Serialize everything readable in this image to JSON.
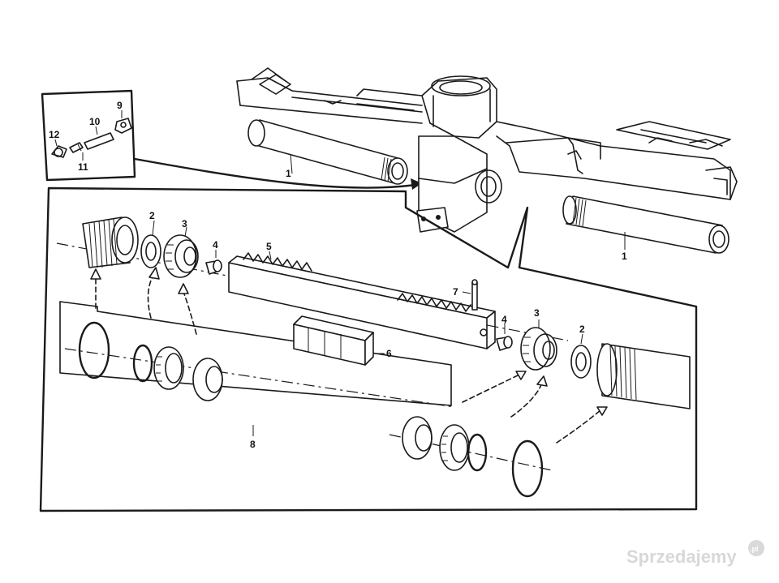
{
  "callouts": {
    "axle_left": "1",
    "axle_right": "1",
    "seal_left": "2",
    "bearing_left": "3",
    "plug_left": "4",
    "rack": "5",
    "pinion_block": "6",
    "pin": "7",
    "plug_right": "4",
    "bearing_right": "3",
    "seal_right": "2",
    "kit": "8",
    "inset_9": "9",
    "inset_10": "10",
    "inset_11": "11",
    "inset_12": "12"
  },
  "watermark": {
    "text": "Sprzedajemy",
    "badge": ".pl"
  }
}
